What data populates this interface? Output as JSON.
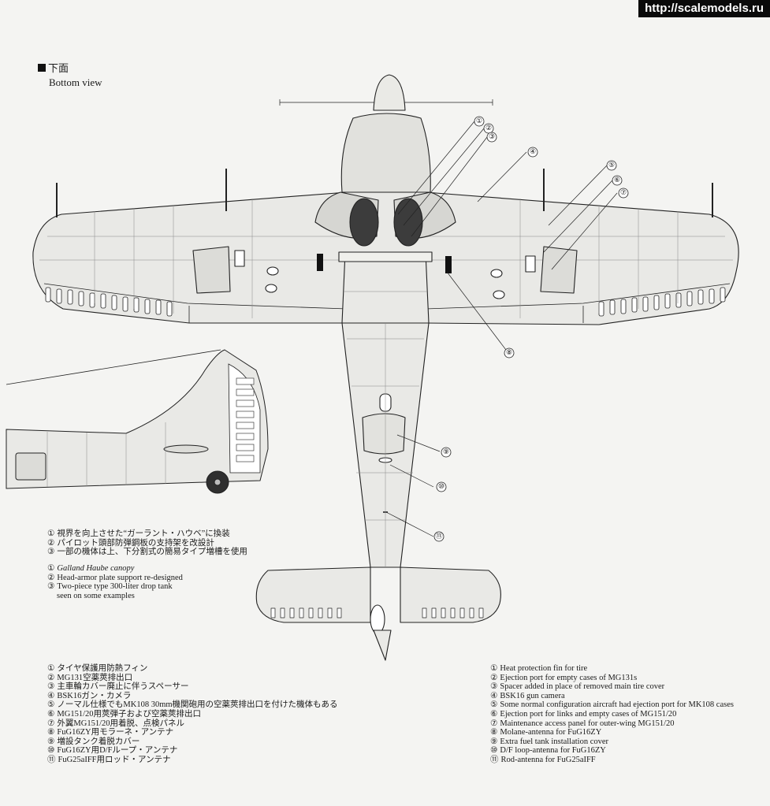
{
  "watermark": "http://scalemodels.ru",
  "header": {
    "title_jp": "下面",
    "title_en": "Bottom view"
  },
  "callout_numbers": [
    "①",
    "②",
    "③",
    "④",
    "⑤",
    "⑥",
    "⑦",
    "⑧",
    "⑨",
    "⑩",
    "⑪"
  ],
  "notes_top_jp": [
    {
      "num": "①",
      "text": "視界を向上させた“ガーラント・ハウベ”に換装"
    },
    {
      "num": "②",
      "text": "パイロット頭部防弾鋼板の支持架を改設計"
    },
    {
      "num": "③",
      "text": "一部の機体は上、下分割式の簡易タイプ増槽を使用"
    }
  ],
  "notes_top_en": [
    {
      "num": "①",
      "text": "Galland Haube canopy"
    },
    {
      "num": "②",
      "text": "Head-armor plate support re-designed"
    },
    {
      "num": "③",
      "text": "Two-piece type 300-liter drop tank",
      "cont": "seen on some examples"
    }
  ],
  "notes_bottom_jp": [
    {
      "num": "①",
      "text": "タイヤ保護用防熱フィン"
    },
    {
      "num": "②",
      "text": "MG131空薬莢排出口"
    },
    {
      "num": "③",
      "text": "主車輪カバー廃止に伴うスペーサー"
    },
    {
      "num": "④",
      "text": "BSK16ガン・カメラ"
    },
    {
      "num": "⑤",
      "text": "ノーマル仕様でもMK108 30mm機関砲用の空薬莢排出口を付けた機体もある"
    },
    {
      "num": "⑥",
      "text": "MG151/20用莢弾子および空薬莢排出口"
    },
    {
      "num": "⑦",
      "text": "外翼MG151/20用着脱、点検パネル"
    },
    {
      "num": "⑧",
      "text": "FuG16ZY用モラーネ・アンテナ"
    },
    {
      "num": "⑨",
      "text": "増設タンク着脱カバー"
    },
    {
      "num": "⑩",
      "text": "FuG16ZY用D/Fループ・アンテナ"
    },
    {
      "num": "⑪",
      "text": "FuG25aIFF用ロッド・アンテナ"
    }
  ],
  "notes_bottom_en": [
    {
      "num": "①",
      "text": "Heat protection fin for tire"
    },
    {
      "num": "②",
      "text": "Ejection port for empty cases of MG131s"
    },
    {
      "num": "③",
      "text": "Spacer added in place of removed main tire cover"
    },
    {
      "num": "④",
      "text": "BSK16 gun camera"
    },
    {
      "num": "⑤",
      "text": "Some normal configuration aircraft had ejection port for MK108 cases"
    },
    {
      "num": "⑥",
      "text": "Ejection port for links and empty cases of MG151/20"
    },
    {
      "num": "⑦",
      "text": "Maintenance access panel for outer-wing MG151/20"
    },
    {
      "num": "⑧",
      "text": "Molane-antenna for FuG16ZY"
    },
    {
      "num": "⑨",
      "text": "Extra fuel tank installation cover"
    },
    {
      "num": "⑩",
      "text": "D/F loop-antenna for FuG16ZY"
    },
    {
      "num": "⑪",
      "text": "Rod-antenna for FuG25aIFF"
    }
  ]
}
